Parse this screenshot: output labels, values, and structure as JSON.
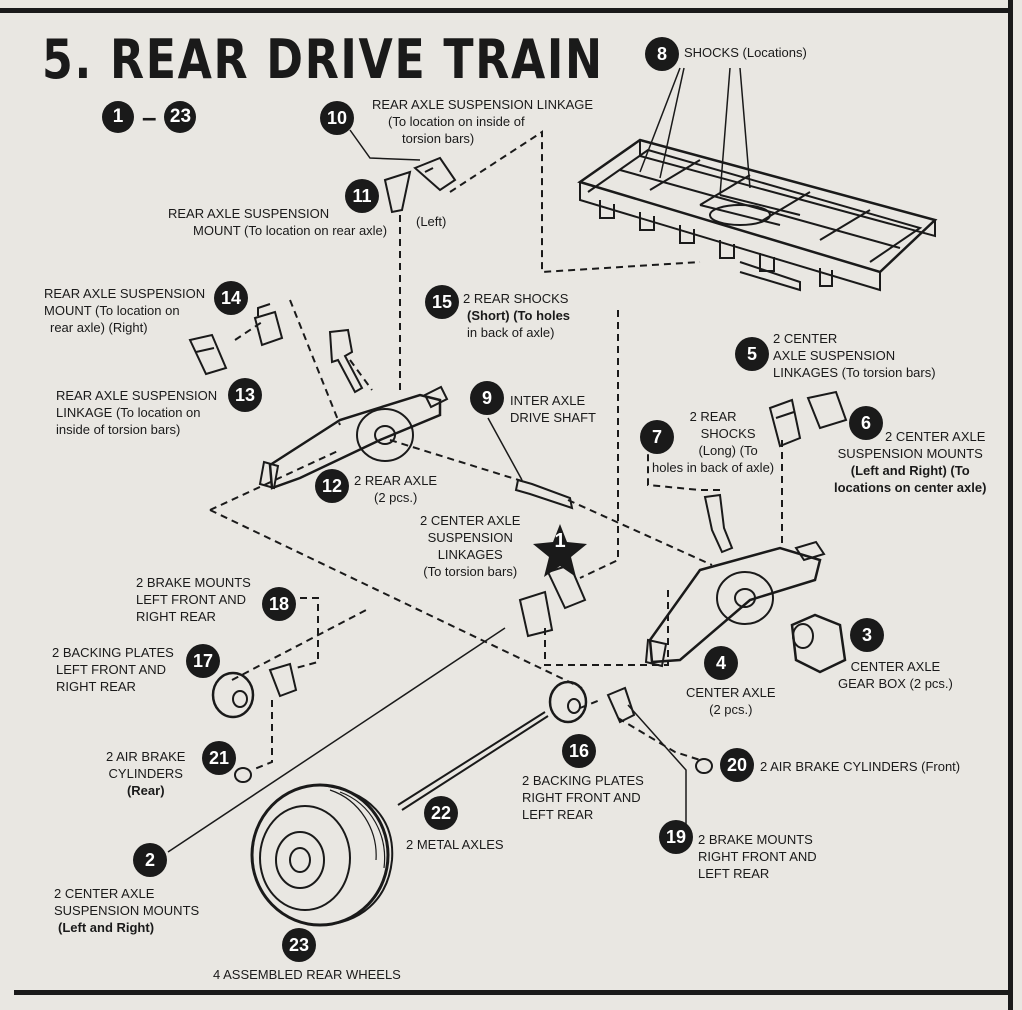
{
  "title": "5. REAR DRIVE TRAIN",
  "range": {
    "from": "1",
    "dash": "–",
    "to": "23"
  },
  "parts": {
    "p1": {
      "num": "1",
      "line1": "2 CENTER AXLE",
      "line2": "SUSPENSION",
      "line3": "LINKAGES",
      "line4": "(To torsion bars)"
    },
    "p2": {
      "num": "2",
      "line1": "2 CENTER AXLE",
      "line2": "SUSPENSION MOUNTS",
      "line3": "(Left and Right)"
    },
    "p3": {
      "num": "3",
      "line1": "CENTER AXLE",
      "line2": "GEAR BOX (2 pcs.)"
    },
    "p4": {
      "num": "4",
      "line1": "CENTER AXLE",
      "line2": "(2 pcs.)"
    },
    "p5": {
      "num": "5",
      "line1": "2 CENTER",
      "line2": "AXLE SUSPENSION",
      "line3": "LINKAGES (To torsion bars)"
    },
    "p6": {
      "num": "6",
      "line1": "2 CENTER AXLE",
      "line2": "SUSPENSION MOUNTS",
      "line3": "(Left and Right) (To",
      "line4": "locations on center axle)"
    },
    "p7": {
      "num": "7",
      "line1": "2 REAR",
      "line2": "SHOCKS",
      "line3": "(Long) (To",
      "line4": "holes in back of axle)"
    },
    "p8": {
      "num": "8",
      "line1": "SHOCKS (Locations)"
    },
    "p9": {
      "num": "9",
      "line1": "INTER AXLE",
      "line2": "DRIVE SHAFT"
    },
    "p10": {
      "num": "10",
      "line1": "REAR AXLE SUSPENSION LINKAGE",
      "line2": "(To location on inside of",
      "line3": "torsion bars)"
    },
    "p11": {
      "num": "11",
      "line1": "REAR AXLE SUSPENSION",
      "line2": "MOUNT (To location on rear axle)",
      "line3": "(Left)"
    },
    "p12": {
      "num": "12",
      "line1": "2 REAR AXLE",
      "line2": "(2 pcs.)"
    },
    "p13": {
      "num": "13",
      "line1": "REAR AXLE SUSPENSION",
      "line2": "LINKAGE (To location on",
      "line3": "inside of torsion bars)"
    },
    "p14": {
      "num": "14",
      "line1": "REAR AXLE SUSPENSION",
      "line2": "MOUNT (To location on",
      "line3": "rear axle) (Right)"
    },
    "p15": {
      "num": "15",
      "line1": "2 REAR SHOCKS",
      "line2": "(Short) (To holes",
      "line3": "in back of axle)"
    },
    "p16": {
      "num": "16",
      "line1": "2 BACKING PLATES",
      "line2": "RIGHT FRONT AND",
      "line3": "LEFT REAR"
    },
    "p17": {
      "num": "17",
      "line1": "2 BACKING PLATES",
      "line2": "LEFT FRONT AND",
      "line3": "RIGHT REAR"
    },
    "p18": {
      "num": "18",
      "line1": "2 BRAKE MOUNTS",
      "line2": "LEFT FRONT AND",
      "line3": "RIGHT REAR"
    },
    "p19": {
      "num": "19",
      "line1": "2 BRAKE MOUNTS",
      "line2": "RIGHT FRONT AND",
      "line3": "LEFT REAR"
    },
    "p20": {
      "num": "20",
      "line1": "2 AIR BRAKE CYLINDERS (Front)"
    },
    "p21": {
      "num": "21",
      "line1": "2 AIR BRAKE",
      "line2": "CYLINDERS",
      "line3": "(Rear)"
    },
    "p22": {
      "num": "22",
      "line1": "2 METAL AXLES"
    },
    "p23": {
      "num": "23",
      "line1": "4 ASSEMBLED REAR WHEELS"
    }
  }
}
